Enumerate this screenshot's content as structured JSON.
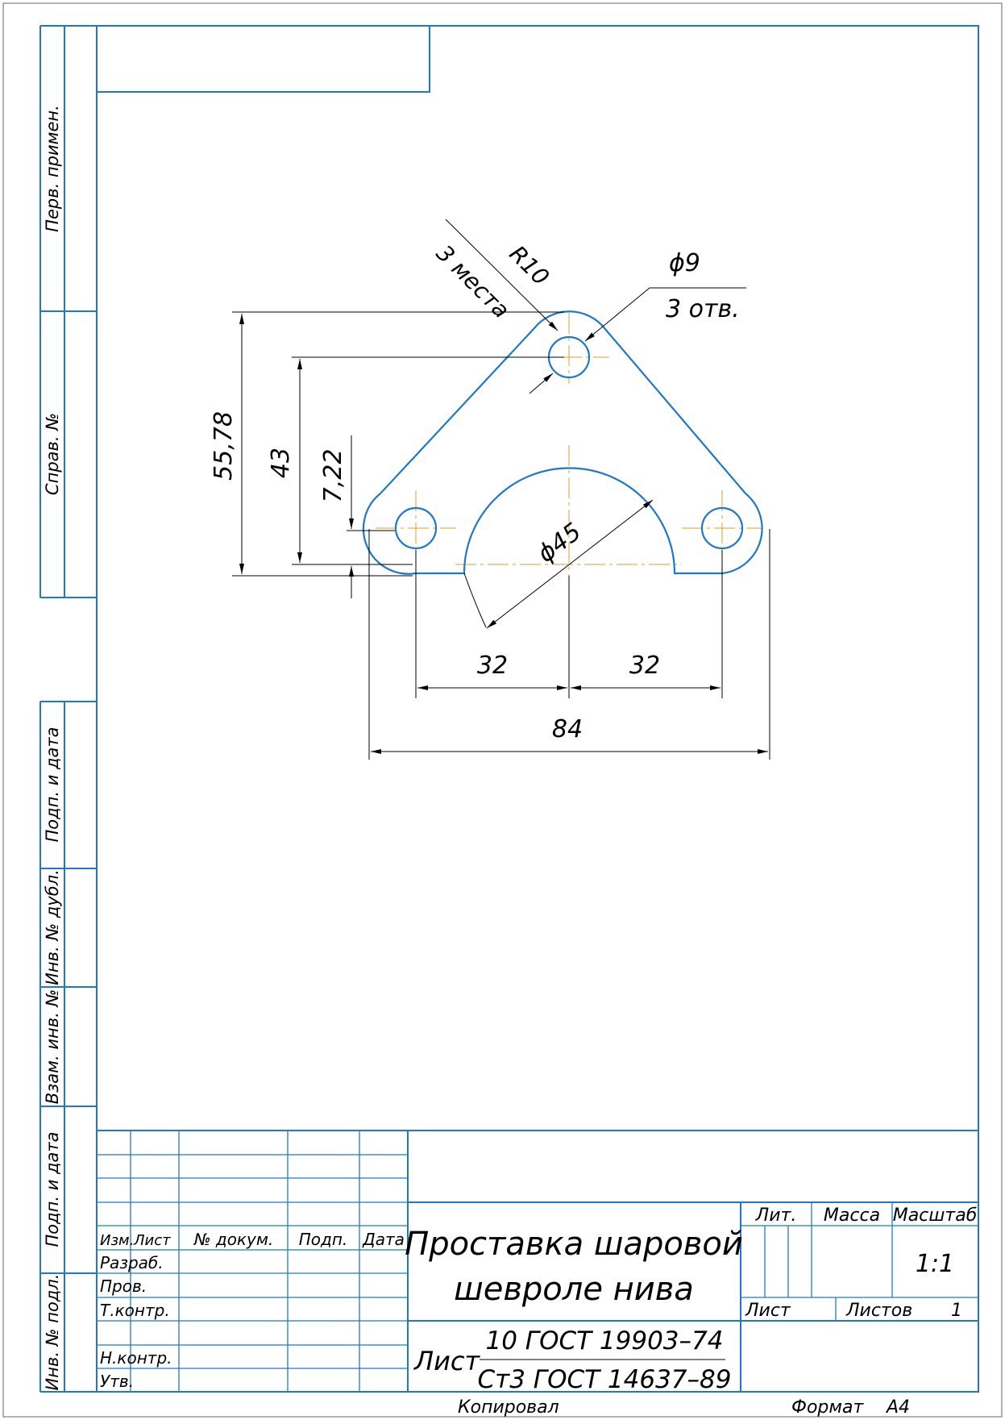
{
  "margin_labels": {
    "perv_primen": "Перв. примен.",
    "sprav_no": "Справ. №",
    "podp_data_1": "Подп. и дата",
    "inv_dubl": "Инв. № дубл.",
    "vzam_inv": "Взам. инв. №",
    "podp_data_2": "Подп. и дата",
    "inv_podl": "Инв. № подл."
  },
  "dimensions": {
    "height_total": "55,78",
    "height_hole": "43",
    "height_step": "7,22",
    "radius": "R10",
    "radius_count": "3 места",
    "hole_diameter": "ϕ9",
    "hole_count": "3 отв.",
    "cutout_diameter": "ϕ45",
    "spacing_left": "32",
    "spacing_right": "32",
    "width_total": "84"
  },
  "title_block": {
    "headers": {
      "izm": "Изм.",
      "list": "Лист",
      "doc": "№ докум.",
      "podp": "Подп.",
      "data": "Дата"
    },
    "roles": {
      "razrab": "Разраб.",
      "prov": "Пров.",
      "tkontr": "Т.контр.",
      "nkontr": "Н.контр.",
      "utv": "Утв."
    },
    "title_line1": "Проставка шаровой",
    "title_line2": "шевроле нива",
    "material_prefix": "Лист",
    "material_top": "10 ГОСТ 19903–74",
    "material_bottom": "Ст3 ГОСТ 14637–89",
    "lit_label": "Лит.",
    "mass_label": "Масса",
    "scale_label": "Масштаб",
    "scale_value": "1:1",
    "sheet_label": "Лист",
    "sheets_label": "Листов",
    "sheets_value": "1"
  },
  "footer": {
    "copied": "Копировал",
    "format_label": "Формат",
    "format_value": "А4"
  }
}
